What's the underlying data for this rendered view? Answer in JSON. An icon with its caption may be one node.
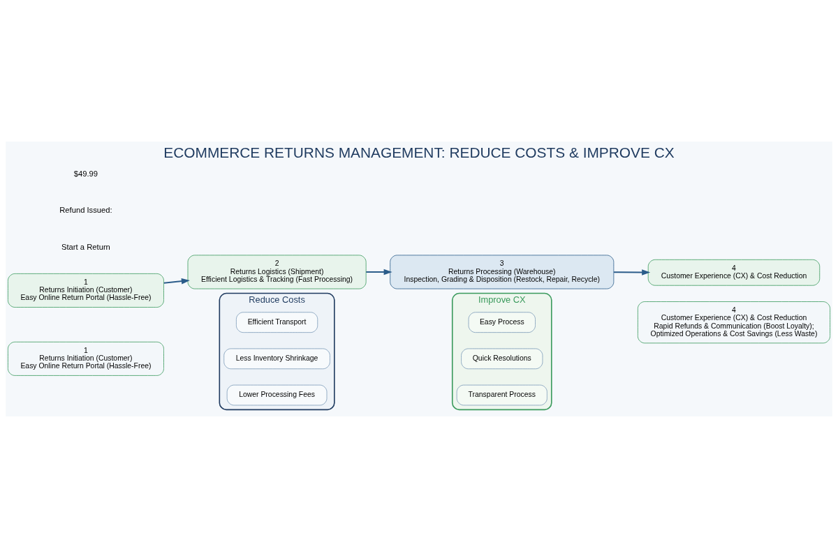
{
  "diagram": {
    "title": "ECOMMERCE RETURNS MANAGEMENT: REDUCE COSTS & IMPROVE CX",
    "nodes": [
      {
        "text": [
          "1",
          "Returns Initiation (Customer)",
          "Easy Online Return Portal (Hassle-Free)"
        ]
      },
      {
        "text": [
          "2",
          "Returns Logistics (Shipment)",
          "Efficient Logistics & Tracking (Fast Processing)"
        ]
      },
      {
        "text": [
          "3",
          "Returns Processing (Warehouse)",
          "Inspection, Grading & Disposition (Restock, Repair, Recycle)"
        ]
      },
      {
        "text": [
          "4",
          "Customer Experience (CX) & Cost Reduction"
        ]
      },
      {
        "text": [
          "Reduce Costs"
        ]
      },
      {
        "text": [
          "Lower Processing Fees"
        ],
        "in": 4
      },
      {
        "text": [
          "Less Inventory Shrinkage"
        ],
        "in": 4
      },
      {
        "text": [
          "Efficient Transport"
        ],
        "in": 4
      },
      {
        "text": [
          "Improve CX"
        ]
      },
      {
        "text": [
          "Transparent Process"
        ],
        "in": 8
      },
      {
        "text": [
          "Quick Resolutions"
        ],
        "in": 8
      },
      {
        "text": [
          "Easy Process"
        ],
        "in": 8
      },
      {
        "text": [
          "1",
          "Returns Initiation (Customer)",
          "Easy Online Return Portal (Hassle-Free)"
        ]
      },
      {
        "text": [
          "4",
          "Customer Experience (CX) & Cost Reduction",
          "Rapid Refunds & Communication (Boost Loyalty);",
          "Optimized Operations & Cost Savings (Less Waste)"
        ]
      }
    ],
    "edges": [
      {
        "from": 0,
        "to": 1,
        "arrow": "to"
      },
      {
        "from": 1,
        "to": 2,
        "arrow": "to"
      },
      {
        "from": 2,
        "to": 3,
        "arrow": "to"
      }
    ],
    "labels": [
      "Start a Return",
      "Refund Issued:",
      "$49.99"
    ]
  }
}
